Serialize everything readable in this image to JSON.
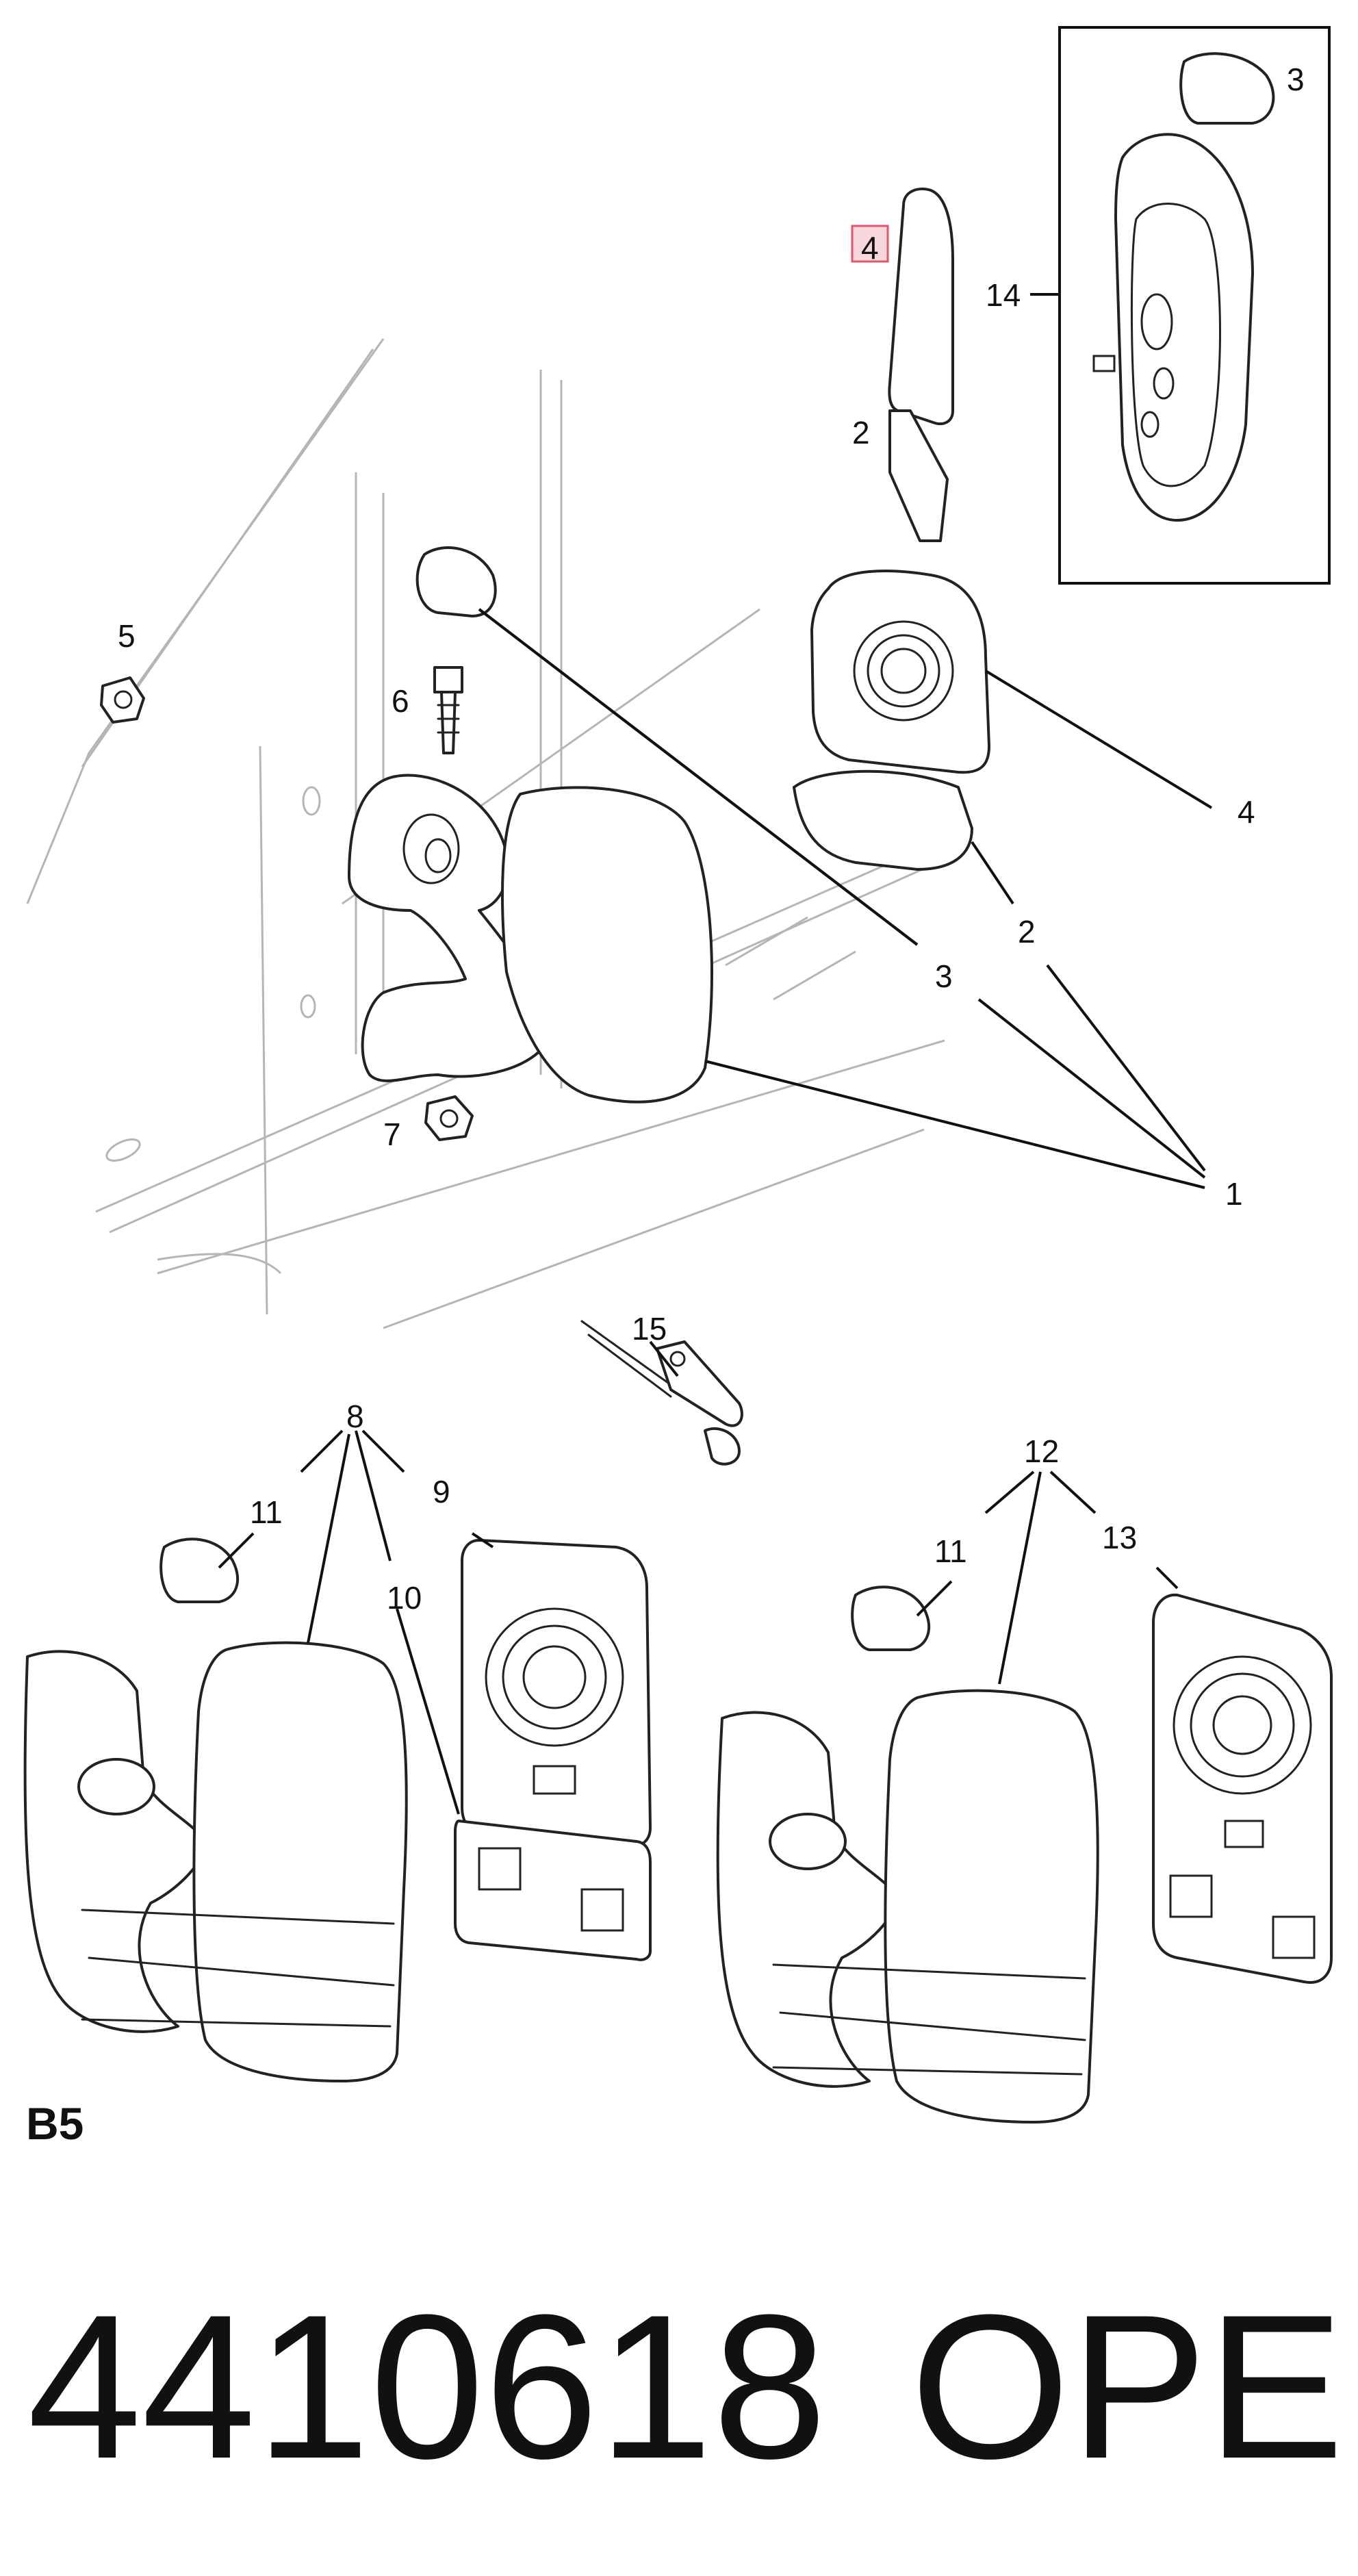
{
  "callouts": {
    "c1": "1",
    "c2a": "2",
    "c2b": "2",
    "c3a": "3",
    "c3b": "3",
    "c4a": "4",
    "c4b": "4",
    "c5": "5",
    "c6": "6",
    "c7": "7",
    "c8": "8",
    "c9": "9",
    "c10": "10",
    "c11a": "11",
    "c11b": "11",
    "c12": "12",
    "c13": "13",
    "c14": "14",
    "c15": "15"
  },
  "section_label": "B5",
  "part_number": "4410618",
  "brand": "OPEL",
  "colors": {
    "highlight_fill": "#f4c6cc",
    "highlight_stroke": "#e0566b",
    "line": "#222222",
    "background_lines": "#b5b5b5"
  }
}
